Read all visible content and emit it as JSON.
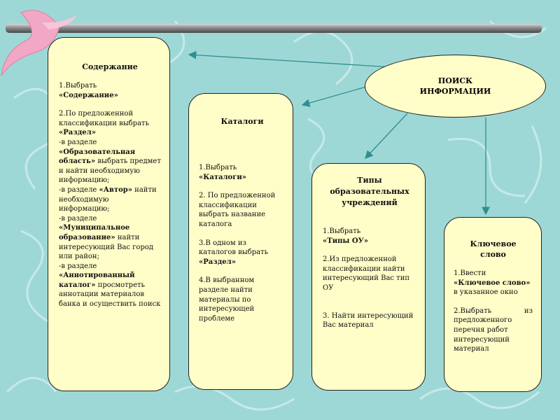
{
  "search": {
    "line1": "ПОИСК",
    "line2": "ИНФОРМАЦИИ"
  },
  "card1": {
    "title": "Содержание",
    "s1_a": "1.Выбрать",
    "s1_b": "«Содержание»",
    "s2_a": "2.По предложенной классификации выбрать",
    "s2_b": "«Раздел»",
    "s2_c": "-в разделе",
    "s2_d": "«Образовательная область»",
    "s2_e": " выбрать предмет и найти необходимую информацию;",
    "s2_f": "-в разделе ",
    "s2_g": "«Автор»",
    "s2_h": " найти необходимую информацию;",
    "s2_i": "-в разделе",
    "s2_j": "«Муниципальное образование»",
    "s2_k": " найти интересующий Вас город или район;",
    "s2_l": "-в разделе",
    "s2_m": "«Аннотированный каталог»",
    "s2_n": " просмотреть аннотации материалов банка и осуществить поиск"
  },
  "card2": {
    "title": "Каталоги",
    "s1_a": "1.Выбрать",
    "s1_b": "«Каталоги»",
    "s2": "2. По предложенной классификации выбрать название каталога",
    "s3_a": "3.В одном из каталогов выбрать",
    "s3_b": "«Раздел»",
    "s4": "4.В выбранном разделе найти материалы по интересующей проблеме"
  },
  "card3": {
    "title1": "Типы",
    "title2": "образовательных",
    "title3": "учреждений",
    "s1_a": "1.Выбрать",
    "s1_b": "«Типы ОУ»",
    "s2": "2.Из предложенной классификации найти интересующий Вас тип ОУ",
    "s3": "3. Найти интересующий Вас материал"
  },
  "card4": {
    "title1": "Ключевое",
    "title2": "слово",
    "s1_a": "1.Ввести",
    "s1_b": "«Ключевое слово»",
    "s1_c": "в указанное окно",
    "s2_a": "2.Выбрать из предложенного перечня работ",
    "s2_b": "интересующий материал"
  },
  "colors": {
    "background": "#9ed8d6",
    "card_fill": "#fffdc8",
    "arrow": "#2e8f8f",
    "bar": "#8a8a8a",
    "ribbon": "#f2a8c4"
  }
}
